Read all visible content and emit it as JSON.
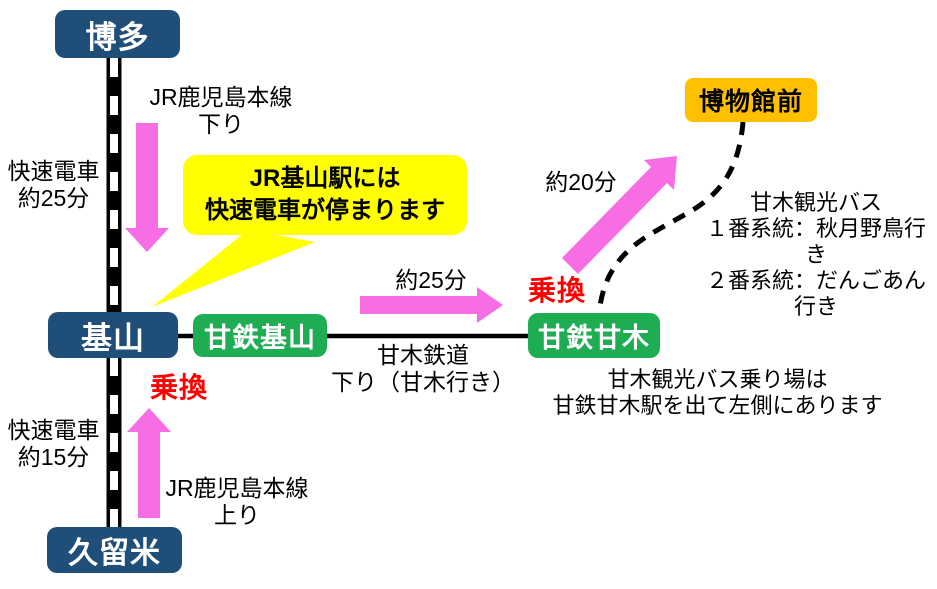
{
  "colors": {
    "jr_station": "#1F4E79",
    "amatetsu_station": "#1FAD53",
    "bus_stop": "#FFC000",
    "arrow_pink": "#F76DE4",
    "callout_yellow": "#FFFF00",
    "transfer_red": "#FF0000",
    "line_black": "#000000"
  },
  "stations": {
    "hakata": "博多",
    "kiyama": "基山",
    "kurume": "久留米",
    "amatetsu_kiyama": "甘鉄基山",
    "amatetsu_amagi": "甘鉄甘木",
    "hakubutsukan_mae": "博物館前"
  },
  "labels": {
    "jr_line_down": "JR鹿児島本線\n下り",
    "jr_line_up": "JR鹿児島本線\n上り",
    "rapid_train_25min": "快速電車\n約25分",
    "rapid_train_15min": "快速電車\n約15分",
    "duration_25min": "約25分",
    "duration_20min": "約20分",
    "transfer_left": "乗換",
    "transfer_right": "乗換",
    "amagi_railway": "甘木鉄道\n下り（甘木行き）",
    "callout_note": "JR基山駅には\n快速電車が停まります",
    "bus_routes": "甘木観光バス\n１番系統：秋月野鳥行き\n２番系統：だんごあん行き",
    "bus_stop_note": "甘木観光バス乗り場は\n甘鉄甘木駅を出て左側にあります"
  }
}
